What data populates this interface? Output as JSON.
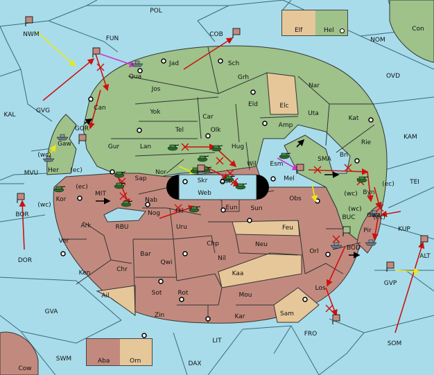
{
  "colors": {
    "sea": "#a8dcea",
    "green": "#9ec28a",
    "red": "#c28a7e",
    "tan": "#e6c79a",
    "order_move": "#cc1111",
    "order_support": "#e8e81a",
    "order_convoy": "#cc33cc",
    "supply_center": "#000000"
  },
  "legend_top": {
    "left": "Elf",
    "right": "Hel"
  },
  "legend_bottom": {
    "left": "Aba",
    "right": "Orn"
  },
  "sea_labels": [
    "POL",
    "FUN",
    "NWM",
    "COB",
    "NOM",
    "Con",
    "OVD",
    "KAL",
    "GVG",
    "GOR",
    "KAM",
    "MVU",
    "MIT",
    "SMA",
    "TEI",
    "BOR",
    "RBU",
    "BUC",
    "KUP",
    "DOR",
    "BOD",
    "ALT",
    "GVP",
    "GVA",
    "FRO",
    "LIT",
    "SWM",
    "SOM",
    "DAX",
    "Cow"
  ],
  "land_labels": [
    "Jad",
    "Sch",
    "Qua",
    "Jos",
    "Grh",
    "Can",
    "Elc",
    "Nar",
    "Yok",
    "Car",
    "Eld",
    "Uta",
    "Kat",
    "Gaw",
    "Tel",
    "Olk",
    "Amp",
    "Rie",
    "Gur",
    "Lan",
    "Hug",
    "Bri",
    "Her",
    "Nor",
    "Wil",
    "Esm",
    "Sap",
    "Skr",
    "Ost",
    "Mel",
    "Web",
    "Byn",
    "Kor",
    "Nab",
    "Eun",
    "Sun",
    "Obs",
    "Ark",
    "Nog",
    "Hil",
    "Uru",
    "Feu",
    "Gwa",
    "Pir",
    "Ver",
    "Chp",
    "Neu",
    "Orl",
    "Bar",
    "Qwi",
    "Nil",
    "Ken",
    "Chr",
    "Kaa",
    "Ail",
    "Sot",
    "Rot",
    "Mou",
    "Los",
    "Zin",
    "Kar",
    "Sam"
  ],
  "coast_labels": [
    "(wc)",
    "(ec)",
    "(ec)",
    "(wc)",
    "(wc)",
    "(ec)",
    "(wc)",
    "(ec)"
  ]
}
